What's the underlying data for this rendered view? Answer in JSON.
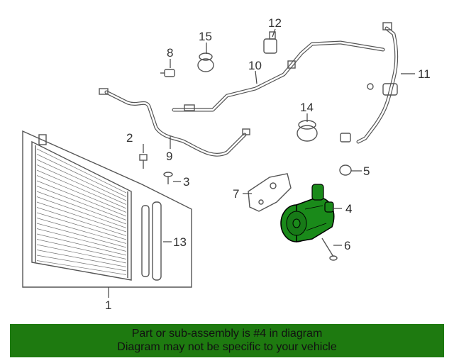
{
  "diagram": {
    "callouts": [
      "1",
      "2",
      "3",
      "4",
      "5",
      "6",
      "7",
      "8",
      "9",
      "10",
      "11",
      "12",
      "13",
      "14",
      "15"
    ],
    "highlight_part": "4",
    "colors": {
      "highlight": "#1a8a1a",
      "line": "#555555",
      "banner": "#1e7a10"
    }
  },
  "banner": {
    "line1": "Part or sub-assembly is #4 in diagram",
    "line2": "Diagram may not be specific to your vehicle"
  }
}
